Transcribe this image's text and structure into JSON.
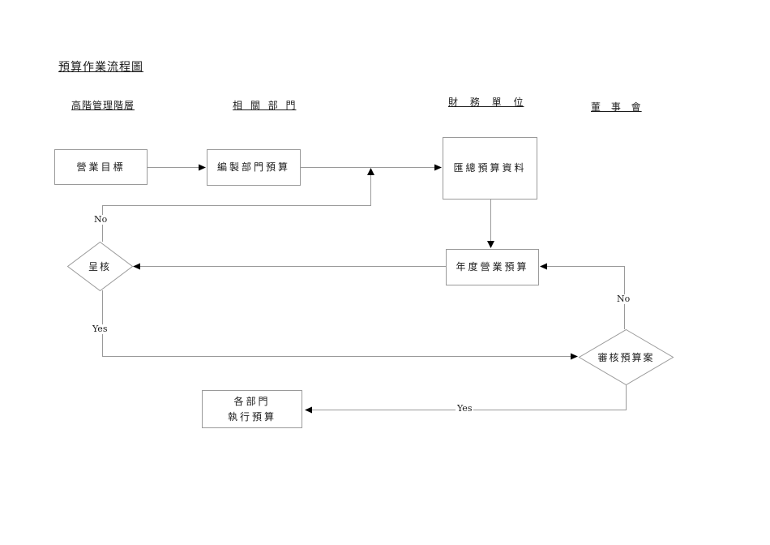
{
  "title": "預算作業流程圖",
  "lanes": {
    "management": "高階管理階層",
    "departments": "相 關 部 門",
    "finance": "財 務 單 位",
    "board": "董 事 會"
  },
  "nodes": {
    "goal": "營業目標",
    "prepare": "編製部門預算",
    "aggregate": "匯總預算資料",
    "annual": "年度營業預算",
    "submit": "呈核",
    "review": "審核預算案",
    "execute_line1": "各部門",
    "execute_line2": "執行預算"
  },
  "edge_labels": {
    "submit_no": "No",
    "submit_yes": "Yes",
    "review_no": "No",
    "review_yes": "Yes"
  },
  "colors": {
    "line": "#9a9a9a",
    "arrow": "#000000",
    "text": "#1c1c1c",
    "background": "#ffffff"
  }
}
